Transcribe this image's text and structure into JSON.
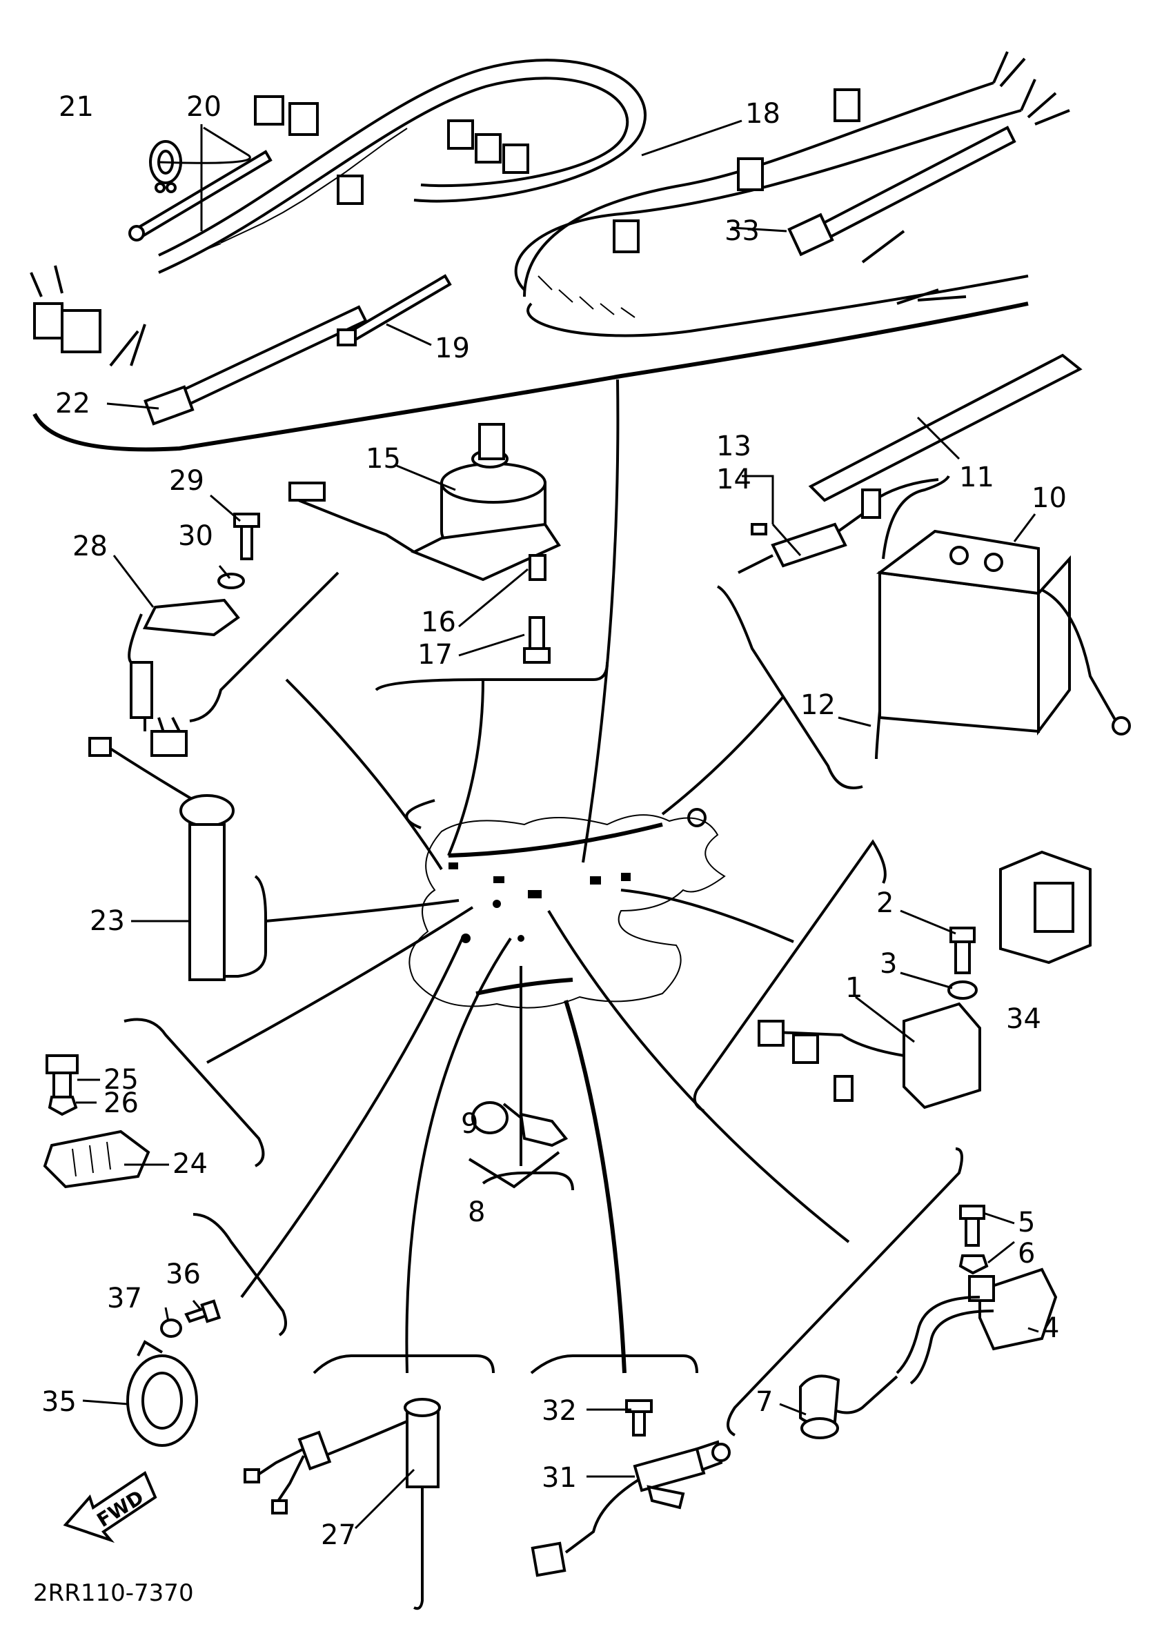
{
  "diagram_code": "2RR110-7370",
  "fwd_label": "FWD",
  "callouts": [
    {
      "id": "1",
      "text": "1"
    },
    {
      "id": "2",
      "text": "2"
    },
    {
      "id": "3",
      "text": "3"
    },
    {
      "id": "4",
      "text": "4"
    },
    {
      "id": "5",
      "text": "5"
    },
    {
      "id": "6",
      "text": "6"
    },
    {
      "id": "7",
      "text": "7"
    },
    {
      "id": "8",
      "text": "8"
    },
    {
      "id": "9",
      "text": "9"
    },
    {
      "id": "10",
      "text": "10"
    },
    {
      "id": "11",
      "text": "11"
    },
    {
      "id": "12",
      "text": "12"
    },
    {
      "id": "13",
      "text": "13"
    },
    {
      "id": "14",
      "text": "14"
    },
    {
      "id": "15",
      "text": "15"
    },
    {
      "id": "16",
      "text": "16"
    },
    {
      "id": "17",
      "text": "17"
    },
    {
      "id": "18",
      "text": "18"
    },
    {
      "id": "19",
      "text": "19"
    },
    {
      "id": "20",
      "text": "20"
    },
    {
      "id": "21",
      "text": "21"
    },
    {
      "id": "22",
      "text": "22"
    },
    {
      "id": "23",
      "text": "23"
    },
    {
      "id": "24",
      "text": "24"
    },
    {
      "id": "25",
      "text": "25"
    },
    {
      "id": "26",
      "text": "26"
    },
    {
      "id": "27",
      "text": "27"
    },
    {
      "id": "28",
      "text": "28"
    },
    {
      "id": "29",
      "text": "29"
    },
    {
      "id": "30",
      "text": "30"
    },
    {
      "id": "31",
      "text": "31"
    },
    {
      "id": "32",
      "text": "32"
    },
    {
      "id": "33",
      "text": "33"
    },
    {
      "id": "34",
      "text": "34"
    },
    {
      "id": "35",
      "text": "35"
    },
    {
      "id": "36",
      "text": "36"
    },
    {
      "id": "37",
      "text": "37"
    }
  ]
}
